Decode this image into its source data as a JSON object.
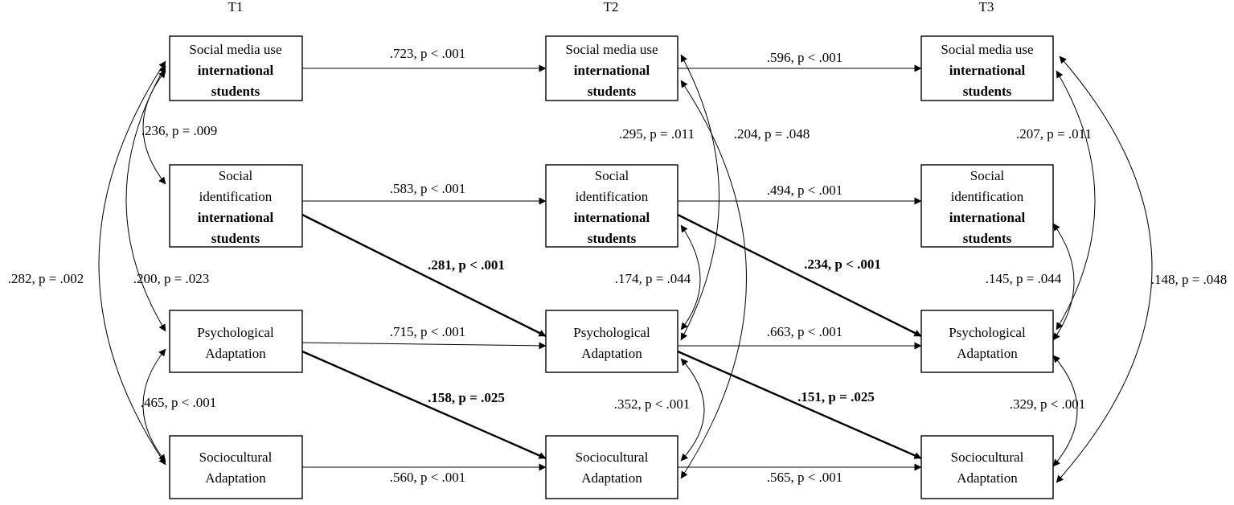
{
  "time_points": [
    "T1",
    "T2",
    "T3"
  ],
  "nodes": {
    "smu_t1": [
      "Social media use",
      "international",
      "students"
    ],
    "smu_t2": [
      "Social media use",
      "international",
      "students"
    ],
    "smu_t3": [
      "Social media use",
      "international",
      "students"
    ],
    "si_t1": [
      "Social",
      "identification",
      "international",
      "students"
    ],
    "si_t2": [
      "Social",
      "identification",
      "international",
      "students"
    ],
    "si_t3": [
      "Social",
      "identification",
      "international",
      "students"
    ],
    "pa_t1": [
      "Psychological",
      "Adaptation"
    ],
    "pa_t2": [
      "Psychological",
      "Adaptation"
    ],
    "pa_t3": [
      "Psychological",
      "Adaptation"
    ],
    "sa_t1": [
      "Sociocultural",
      "Adaptation"
    ],
    "sa_t2": [
      "Sociocultural",
      "Adaptation"
    ],
    "sa_t3": [
      "Sociocultural",
      "Adaptation"
    ]
  },
  "paths": {
    "smu_12": ".723, p < .001",
    "smu_23": ".596, p < .001",
    "si_12": ".583, p < .001",
    "si_23": ".494, p < .001",
    "pa_12": ".715, p < .001",
    "pa_23": ".663, p < .001",
    "sa_12": ".560, p < .001",
    "sa_23": ".565, p < .001",
    "si1_pa2": ".281, p < .001",
    "si2_pa3": ".234, p < .001",
    "pa1_sa2": ".158, p = .025",
    "pa2_sa3": ".151, p = .025"
  },
  "covariances": {
    "t1_smu_si": ".236, p = .009",
    "t1_smu_pa": ".200, p = .023",
    "t1_smu_sa": ".282, p = .002",
    "t1_pa_sa": ".465, p < .001",
    "t2_smu_pa": ".295, p = .011",
    "t2_smu_sa": ".204, p = .048",
    "t2_si_pa": ".174, p = .044",
    "t2_pa_sa": ".352, p < .001",
    "t3_smu_pa": ".207, p = .011",
    "t3_smu_sa": ".148, p = .048",
    "t3_si_pa": ".145, p = .044",
    "t3_pa_sa": ".329, p < .001"
  }
}
